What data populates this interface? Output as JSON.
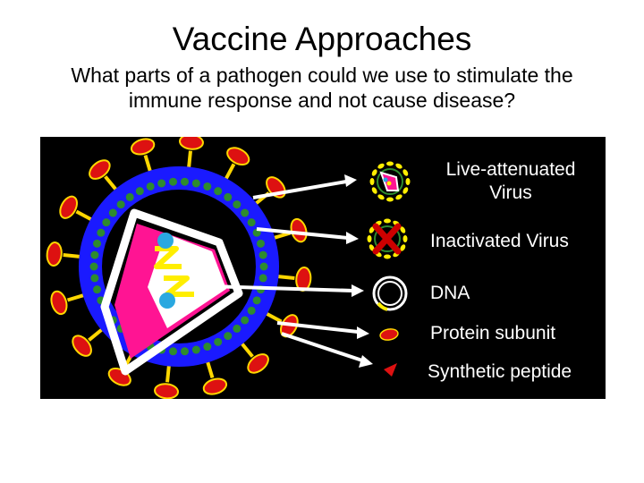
{
  "title": "Vaccine Approaches",
  "subtitle": "What parts of a pathogen could we use to stimulate the immune response and not cause disease?",
  "approaches": [
    {
      "label": "Live-attenuated Virus",
      "line1": "Live-attenuated",
      "line2": "Virus"
    },
    {
      "label": "Inactivated Virus"
    },
    {
      "label": "DNA"
    },
    {
      "label": "Protein subunit"
    },
    {
      "label": "Synthetic peptide"
    }
  ],
  "colors": {
    "background": "#000000",
    "envelope": "#1a1aff",
    "spike": "#dd1111",
    "spike_rim": "#ffd700",
    "matrix_dot": "#2e8b2e",
    "capsid": "#ff1493",
    "core_outline": "#ffffff",
    "rna": "#ffee00",
    "enzyme": "#2aa8e0",
    "x_mark": "#cc0000"
  }
}
